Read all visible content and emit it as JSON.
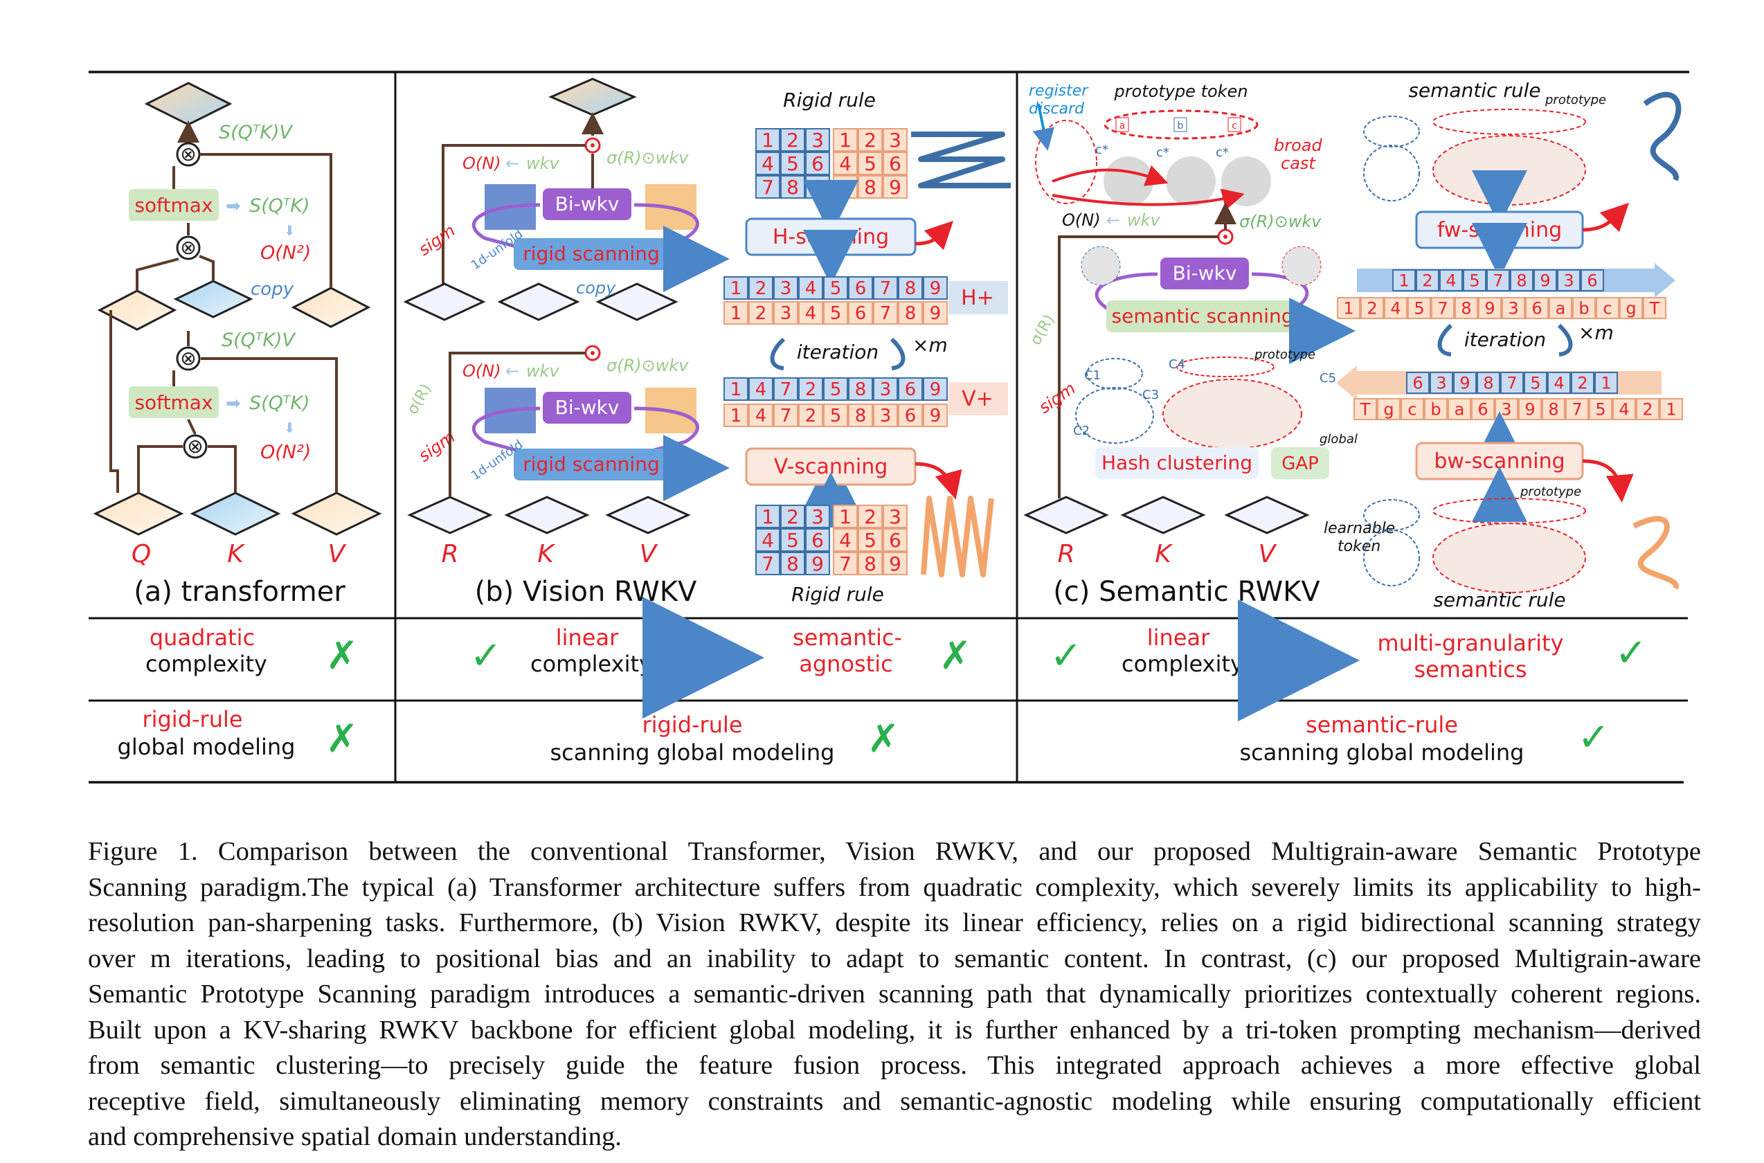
{
  "figure": {
    "panel_a": {
      "title": "(a) transformer",
      "formula": "S(QᵀK)V",
      "formula_plain": "S(QᵀK)",
      "softmax": "softmax",
      "complexity": "O(N²)",
      "copy": "copy",
      "q": "Q",
      "k": "K",
      "v": "V"
    },
    "panel_b": {
      "title": "(b) Vision RWKV",
      "on": "O(N)",
      "wkv": "wkv",
      "sigma_wkv": "σ(R)⊙wkv",
      "bi_wkv": "Bi-wkv",
      "rigid_scanning": "rigid scanning",
      "sigm": "sigm",
      "unfold": "1d-unfold",
      "sigma_r": "σ(R)",
      "copy": "copy",
      "r": "R",
      "k": "K",
      "v": "V",
      "rigid_rule_top": "Rigid rule",
      "rigid_rule_bottom": "Rigid rule",
      "h_scanning": "H-scanning",
      "v_scanning": "V-scanning",
      "iteration": "iteration",
      "m": "×m",
      "h_plus": "H+",
      "v_plus": "V+",
      "grid_rows": [
        "1",
        "2",
        "3",
        "4",
        "5",
        "6",
        "7",
        "8",
        "9"
      ],
      "h_seq": [
        "1",
        "2",
        "3",
        "4",
        "5",
        "6",
        "7",
        "8",
        "9"
      ],
      "v_seq": [
        "1",
        "4",
        "7",
        "2",
        "5",
        "8",
        "3",
        "6",
        "9"
      ]
    },
    "panel_c": {
      "title": "(c) Semantic RWKV",
      "register": "register",
      "discard": "discard",
      "prototype_token": "prototype token",
      "broad": "broad",
      "cast": "cast",
      "c_star": "c*",
      "on": "O(N)",
      "wkv": "wkv",
      "sigma_wkv": "σ(R)⊙wkv",
      "bi_wkv": "Bi-wkv",
      "semantic_scanning": "semantic scanning",
      "prototype": "prototype",
      "sigma_r": "σ(R)",
      "sigm": "sigm",
      "hash_clustering": "Hash clustering",
      "gap": "GAP",
      "global": "global",
      "learnable": "learnable",
      "token": "token",
      "r": "R",
      "k": "K",
      "v": "V",
      "semantic_rule_top": "semantic rule",
      "semantic_rule_bottom": "semantic rule",
      "fw_scanning": "fw-scanning",
      "bw_scanning": "bw-scanning",
      "iteration": "iteration",
      "m": "×m",
      "fw_seq": [
        "1",
        "2",
        "4",
        "5",
        "7",
        "8",
        "9",
        "3",
        "6"
      ],
      "fw_seq2": [
        "1",
        "2",
        "4",
        "5",
        "7",
        "8",
        "9",
        "3",
        "6",
        "a",
        "b",
        "c",
        "g",
        "T"
      ],
      "bw_seq": [
        "6",
        "3",
        "9",
        "8",
        "7",
        "5",
        "4",
        "2",
        "1"
      ],
      "bw_seq2": [
        "T",
        "g",
        "c",
        "b",
        "a",
        "6",
        "3",
        "9",
        "8",
        "7",
        "5",
        "4",
        "2",
        "1"
      ],
      "c_labels": [
        "C1",
        "C2",
        "C3",
        "C4",
        "C5"
      ]
    },
    "table": {
      "row1": {
        "a_red": "quadratic",
        "a_black": "complexity",
        "b_red": "linear",
        "b_black": "complexity",
        "b_red2": "semantic-",
        "b_red3": "agnostic",
        "c_red": "linear",
        "c_black": "complexity",
        "c_red2": "multi-granularity",
        "c_red3": "semantics"
      },
      "row2": {
        "a_red": "rigid-rule",
        "a_black": "global modeling",
        "b_red": "rigid-rule",
        "b_black": "scanning global modeling",
        "c_red": "semantic-rule",
        "c_black": "scanning global modeling"
      },
      "cross": "✗",
      "check": "✓"
    },
    "colors": {
      "red": "#e8222a",
      "green": "#2bb04b",
      "purple": "#8a4fc4",
      "blue_arrow": "#4a86c8",
      "orange": "#f29b5c",
      "gray_text": "#9cc98a"
    }
  },
  "caption_lines": [
    "Figure 1.  Comparison between the conventional Transformer, Vision RWKV, and our proposed Multigrain-aware Semantic Prototype",
    "Scanning paradigm.The typical (a) Transformer architecture suffers from quadratic complexity, which severely limits its applicability to high-",
    "resolution pan-sharpening tasks.  Furthermore, (b) Vision RWKV, despite its linear efficiency, relies on a rigid bidirectional scanning strategy",
    "over m iterations, leading to positional bias and an inability to adapt to semantic content. In contrast, (c) our proposed Multigrain-aware",
    "Semantic Prototype Scanning paradigm introduces a semantic-driven scanning path that dynamically prioritizes contextually coherent regions.",
    "Built upon a KV-sharing RWKV backbone for efficient global modeling, it is further enhanced by a tri-token prompting mechanism—derived",
    "from semantic clustering—to precisely guide the feature fusion process.  This integrated approach achieves a more effective global",
    "receptive field, simultaneously eliminating memory constraints and semantic-agnostic modeling while ensuring computationally efficient",
    "and comprehensive spatial domain understanding."
  ]
}
